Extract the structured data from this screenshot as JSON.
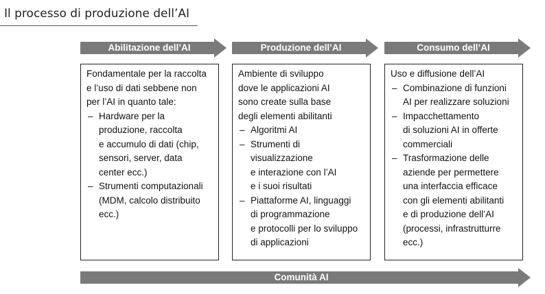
{
  "title": "Il processo di produzione dell’AI",
  "colors": {
    "arrow_fill": "#7a7a7a",
    "arrow_text": "#ffffff",
    "box_border": "#222222",
    "text": "#111111"
  },
  "columns": [
    {
      "heading": "Abilitazione dell’AI",
      "intro_lines": [
        "Fondamentale per la raccolta",
        "e l’uso di dati sebbene non",
        "per l’AI in quanto tale:"
      ],
      "items": [
        {
          "lines": [
            "Hardware per la",
            "produzione, raccolta",
            "e accumulo di dati (chip,",
            "sensori, server, data",
            "center ecc.)"
          ]
        },
        {
          "lines": [
            "Strumenti computazionali",
            "(MDM, calcolo distribuito",
            "ecc.)"
          ]
        }
      ]
    },
    {
      "heading": "Produzione dell’AI",
      "intro_lines": [
        "Ambiente di sviluppo",
        "dove le applicazioni AI",
        "sono create sulla base",
        "degli elementi abilitanti"
      ],
      "items": [
        {
          "lines": [
            "Algoritmi AI"
          ]
        },
        {
          "lines": [
            "Strumenti di",
            "visualizzazione",
            "e interazione con l’AI",
            "e i suoi risultati"
          ]
        },
        {
          "lines": [
            "Piattaforme AI, linguaggi",
            "di programmazione",
            "e protocolli per lo sviluppo",
            "di applicazioni"
          ]
        }
      ]
    },
    {
      "heading": "Consumo dell’AI",
      "intro_lines": [
        "Uso e diffusione dell’AI"
      ],
      "items": [
        {
          "lines": [
            "Combinazione di funzioni",
            "AI per realizzare soluzioni"
          ]
        },
        {
          "lines": [
            "Impacchettamento",
            "di soluzioni AI in offerte",
            "commerciali"
          ]
        },
        {
          "lines": [
            "Trasformazione delle",
            "aziende per permettere",
            "una interfaccia efficace",
            "con gli elementi abilitanti",
            "e di produzione dell’AI",
            "(processi, infrastrutturre",
            "ecc.)"
          ]
        }
      ]
    }
  ],
  "bottom_arrow": {
    "label": "Comunità AI"
  }
}
